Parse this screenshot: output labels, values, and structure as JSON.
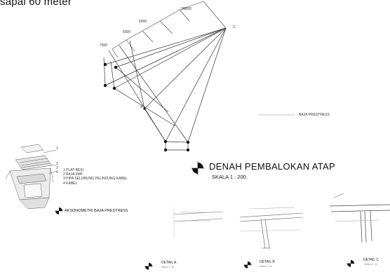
{
  "header": {
    "text": "sapai 60 meter"
  },
  "plan": {
    "dim_labels": [
      "TAB50",
      "6000",
      "6000",
      "7500"
    ],
    "point_c": "C",
    "point_a": "A",
    "pipe_label": "BAJA PRESTRESS"
  },
  "title": {
    "main": "DENAH PEMBALOKAN ATAP",
    "scale": "SKALA 1 : 200"
  },
  "axonometry": {
    "numbers": [
      "1",
      "2",
      "3",
      "4"
    ],
    "legend": [
      "1   PLAT BESI",
      "2   BAJA I/WF",
      "3   PIPA SELUBUNG PELINDUNG KABEL",
      "4   KABEL"
    ],
    "title": "AKSONOMETRI BAJA PRESTRESS"
  },
  "details": [
    {
      "label": "DETAIL A",
      "sub": "SKALA 1 : 10"
    },
    {
      "label": "DETAIL B",
      "sub": "SKALA 1 : 10"
    },
    {
      "label": "DETAIL C",
      "sub": "SKALA 1 : 10"
    }
  ],
  "colors": {
    "line": "#3a3a3a",
    "light_line": "#9a9a9a",
    "ink": "#111111"
  }
}
